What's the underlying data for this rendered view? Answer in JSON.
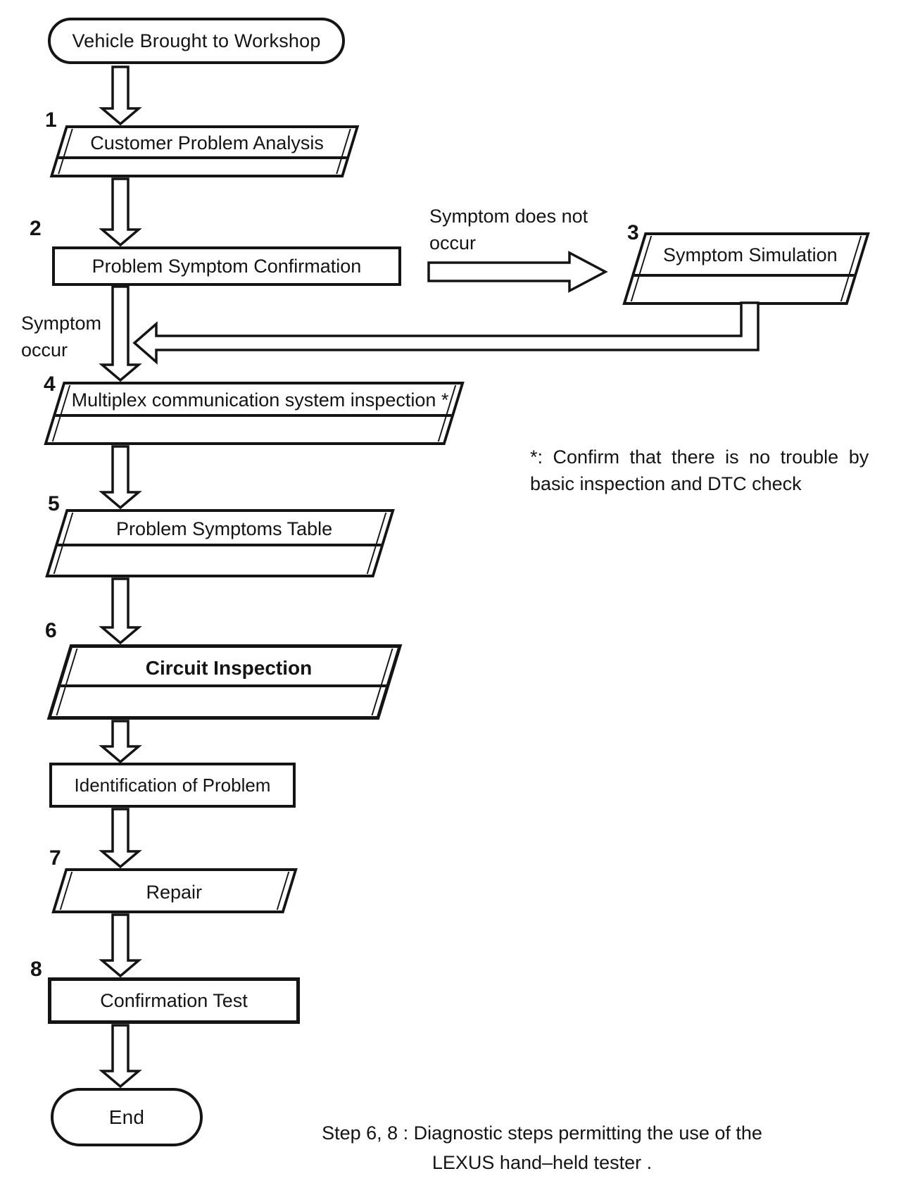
{
  "diagram": {
    "title_implicit": "Vehicle diagnostic flowchart",
    "start_terminator": "Vehicle Brought to Workshop",
    "end_terminator": "End",
    "steps": [
      {
        "num": "1",
        "label": "Customer Problem Analysis",
        "shape": "parallelogram"
      },
      {
        "num": "2",
        "label": "Problem Symptom Confirmation",
        "shape": "rectangle"
      },
      {
        "num": "3",
        "label": "Symptom Simulation",
        "shape": "parallelogram"
      },
      {
        "num": "4",
        "label": "Multiplex communication system inspection *",
        "shape": "parallelogram"
      },
      {
        "num": "5",
        "label": "Problem Symptoms Table",
        "shape": "parallelogram"
      },
      {
        "num": "6",
        "label": "Circuit Inspection",
        "shape": "parallelogram",
        "bold": true
      },
      {
        "num": "7",
        "label": "Repair",
        "shape": "parallelogram"
      },
      {
        "num": "8",
        "label": "Confirmation Test",
        "shape": "rectangle",
        "bold_border": true
      }
    ],
    "identification_box": "Identification of Problem",
    "edge_labels": {
      "symptom_does_not_occur": [
        "Symptom does not",
        "occur"
      ],
      "symptom_occur": [
        "Symptom",
        "occur"
      ]
    },
    "note_lines": [
      "*: Confirm that there is no trouble by",
      "basic inspection and DTC check"
    ],
    "caption_lines": [
      "Step 6, 8 : Diagnostic steps permitting the use of the",
      "LEXUS hand–held tester ."
    ]
  },
  "colors": {
    "ink": "#141414",
    "paper": "#ffffff"
  }
}
